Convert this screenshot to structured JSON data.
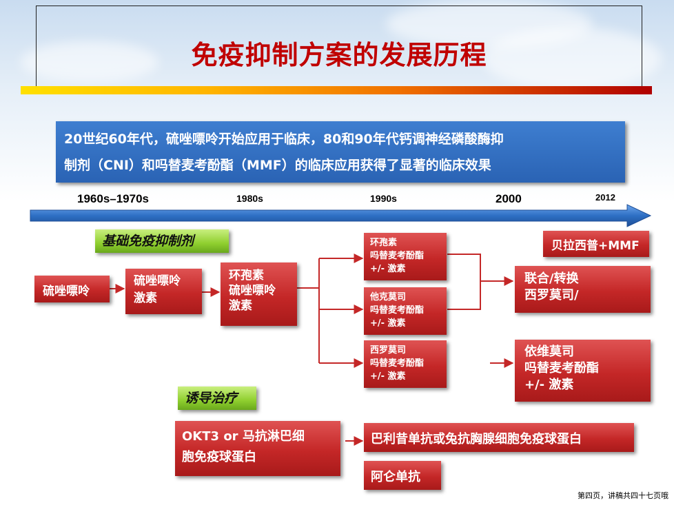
{
  "title": "免疫抑制方案的发展历程",
  "banner": {
    "line1": "20世纪60年代，硫唑嘌呤开始应用于临床，80和90年代钙调神经磷酸酶抑",
    "line2": "制剂（CNI）和吗替麦考酚酯（MMF）的临床应用获得了显著的临床效果"
  },
  "timeline": {
    "years": [
      "1960s–1970s",
      "1980s",
      "1990s",
      "2000",
      "2012"
    ]
  },
  "tags": {
    "basic": "基础免疫抑制剂",
    "induction": "诱导治疗"
  },
  "basic_boxes": {
    "aza": "硫唑嘌呤",
    "aza_steroid": [
      "硫唑嘌呤",
      "激素"
    ],
    "csa_aza_steroid": [
      "环孢素",
      "硫唑嘌呤",
      "激素"
    ],
    "csa_mmf": [
      "环孢素",
      "吗替麦考酚酯",
      "+/- 激素"
    ],
    "tac_mmf": [
      "他克莫司",
      "吗替麦考酚酯",
      "+/- 激素"
    ],
    "srl_mmf": [
      "西罗莫司",
      "吗替麦考酚酯",
      "+/- 激素"
    ],
    "combine": [
      "联合/转换",
      "西罗莫司/"
    ],
    "evr_mmf": [
      "依维莫司",
      "吗替麦考酚酯",
      "+/- 激素"
    ],
    "belatacept": "贝拉西普+MMF"
  },
  "induction_boxes": {
    "okt3": [
      "OKT3 or 马抗淋巴细",
      "胞免疫球蛋白"
    ],
    "basiliximab": "巴利昔单抗或兔抗胸腺细胞免疫球蛋白",
    "alemtuzumab": "阿仑单抗"
  },
  "colors": {
    "title": "#c00000",
    "banner": "#2a63b4",
    "box": "#c42727",
    "tag": "#8fcf2f",
    "arrow": "#2e6fc4"
  },
  "footer": "第四页，讲稿共四十七页哦"
}
